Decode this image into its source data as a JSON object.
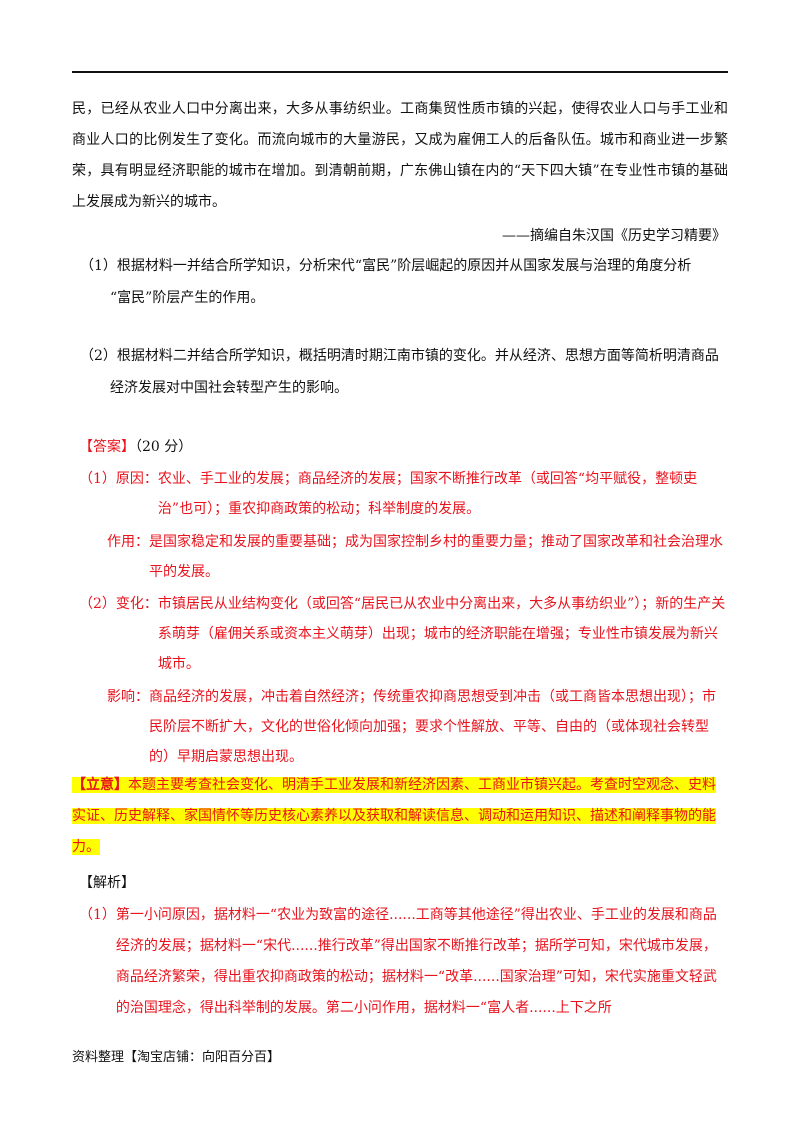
{
  "material_text": "民，已经从农业人口中分离出来，大多从事纺织业。工商集贸性质市镇的兴起，使得农业人口与手工业和商业人口的比例发生了变化。而流向城市的大量游民，又成为雇佣工人的后备队伍。城市和商业进一步繁荣，具有明显经济职能的城市在增加。到清朝前期，广东佛山镇在内的“天下四大镇”在专业性市镇的基础上发展成为新兴的城市。",
  "source": "——摘编自朱汉国《历史学习精要》",
  "questions": [
    {
      "num": "（1）",
      "line1": "根据材料一并结合所学知识，分析宋代“富民”阶层崛起的原因并从国家发展与治理的角度分析",
      "line2": "“富民”阶层产生的作用。"
    },
    {
      "num": "（2）",
      "line1": "根据材料二并结合所学知识，概括明清时期江南市镇的变化。并从经济、思想方面等简析明清商品",
      "line2": "经济发展对中国社会转型产生的影响。"
    }
  ],
  "answer": {
    "title": "【答案】",
    "score": "（20 分）",
    "part1": {
      "num": "（1）",
      "reason_label": "原因：",
      "reason": "农业、手工业的发展；商品经济的发展；国家不断推行改革（或回答“均平赋役，整顿吏治”也可）；重农抑商政策的松动；科举制度的发展。",
      "effect_label": "作用：",
      "effect": "是国家稳定和发展的重要基础；成为国家控制乡村的重要力量；推动了国家改革和社会治理水平的发展。"
    },
    "part2": {
      "num": "（2）",
      "change_label": "变化：",
      "change": "市镇居民从业结构变化（或回答“居民已从农业中分离出来，大多从事纺织业”）；新的生产关系萌芽（雇佣关系或资本主义萌芽）出现；城市的经济职能在增强；专业性市镇发展为新兴城市。",
      "impact_label": "影响：",
      "impact": "商品经济的发展，冲击着自然经济；传统重农抑商思想受到冲击（或工商皆本思想出现）；市民阶层不断扩大，文化的世俗化倾向加强；要求个性解放、平等、自由的（或体现社会转型的）早期启蒙思想出现。"
    }
  },
  "intent": {
    "label": "【立意】",
    "text": "本题主要考查社会变化、明清手工业发展和新经济因素、工商业市镇兴起。考查时空观念、史料实证、历史解释、家国情怀等历史核心素养以及获取和解读信息、调动和运用知识、描述和阐释事物的能力。"
  },
  "analysis": {
    "title": "【解析】",
    "num": "（1）",
    "text": "第一小问原因，据材料一“农业为致富的途径......工商等其他途径”得出农业、手工业的发展和商品经济的发展；据材料一“宋代......推行改革”得出国家不断推行改革；据所学可知，宋代城市发展，商品经济繁荣，得出重农抑商政策的松动；据材料一“改革......国家治理”可知，宋代实施重文轻武的治国理念，得出科举制的发展。第二小问作用，据材料一“富人者......上下之所"
  },
  "footer": "资料整理【淘宝店铺：向阳百分百】"
}
